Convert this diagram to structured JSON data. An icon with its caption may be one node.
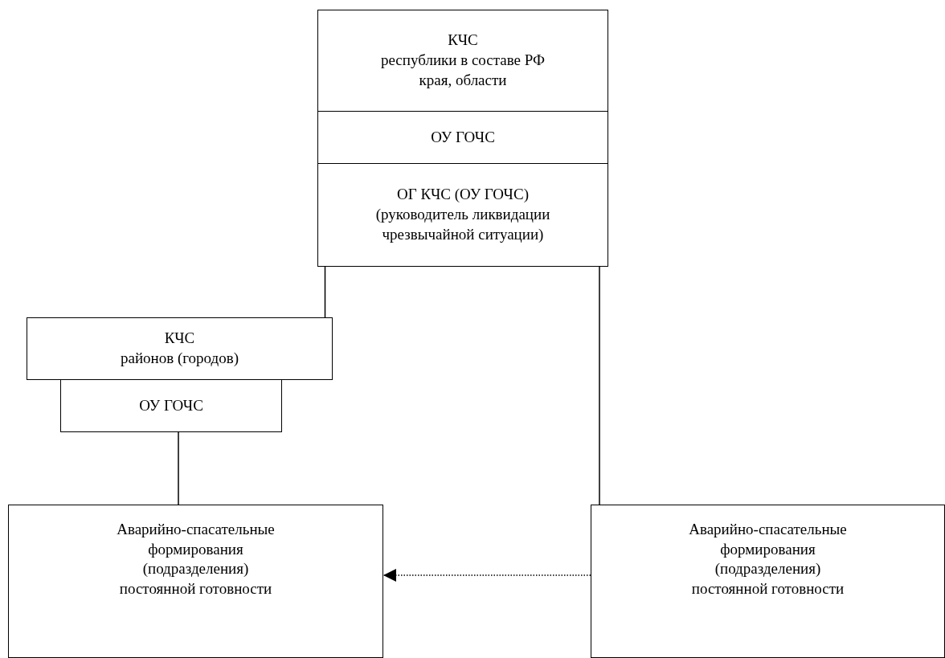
{
  "diagram": {
    "nodes": [
      {
        "text": [
          "КЧС",
          "республики в составе РФ",
          "края, области"
        ]
      },
      {
        "text": [
          "ОУ ГОЧС"
        ]
      },
      {
        "text": [
          "ОГ КЧС (ОУ ГОЧС)",
          "(руководитель ликвидации чрезвычайной ситуации)"
        ]
      },
      {
        "text": [
          "КЧС",
          "районов (городов)"
        ]
      },
      {
        "text": [
          "ОУ ГОЧС"
        ]
      },
      {
        "text": [
          "Аварийно-спасательные формирования (подразделения) постоянной готовности"
        ]
      },
      {
        "text": [
          "Аварийно-спасательные формирования (подразделения) постоянной готовности"
        ]
      }
    ],
    "edges": [
      {
        "from": 2,
        "to": 3,
        "arrow": "none"
      },
      {
        "from": 2,
        "to": 6,
        "arrow": "none"
      },
      {
        "from": 4,
        "to": 5,
        "arrow": "none"
      },
      {
        "from": 6,
        "to": 5,
        "arrow": "to",
        "style": "dashed"
      }
    ]
  }
}
